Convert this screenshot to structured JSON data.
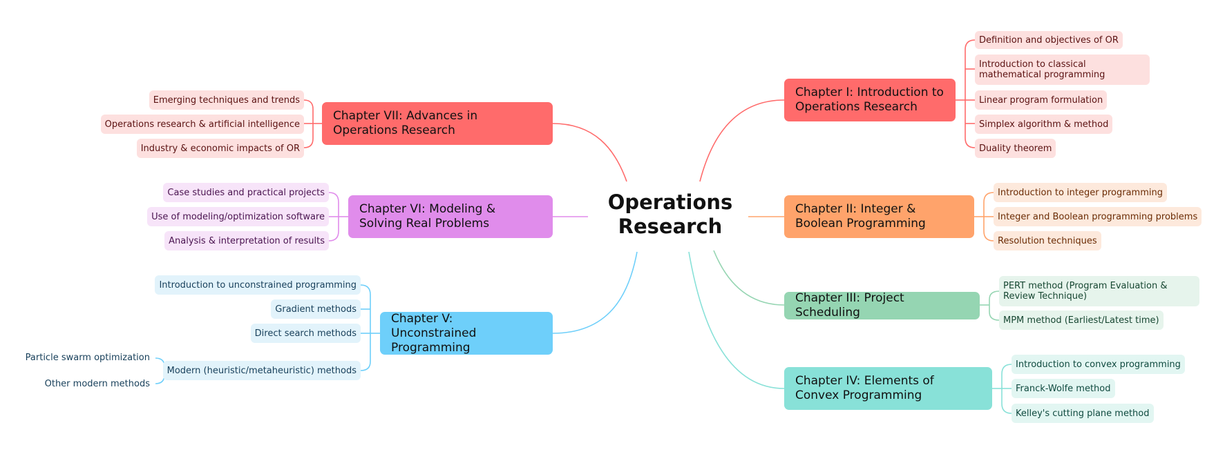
{
  "title": "Operations\nResearch",
  "colors": {
    "c1": "#ff6b6b",
    "c2": "#ffa36b",
    "c3": "#95d5b2",
    "c4": "#88e1d8",
    "c5": "#6ecffa",
    "c6": "#e08ceb",
    "c7": "#ff6b6b"
  },
  "chapters": [
    {
      "label": "Chapter I: Introduction to Operations Research",
      "items": [
        "Definition and objectives of OR",
        "Introduction to classical mathematical programming",
        "Linear program formulation",
        "Simplex algorithm & method",
        "Duality theorem"
      ]
    },
    {
      "label": "Chapter II: Integer & Boolean Programming",
      "items": [
        "Introduction to integer programming",
        "Integer and Boolean programming problems",
        "Resolution techniques"
      ]
    },
    {
      "label": "Chapter III: Project Scheduling",
      "items": [
        "PERT method (Program Evaluation & Review Technique)",
        "MPM method (Earliest/Latest time)"
      ]
    },
    {
      "label": "Chapter IV: Elements of Convex Programming",
      "items": [
        "Introduction to convex programming",
        "Franck-Wolfe method",
        "Kelley's cutting plane method"
      ]
    },
    {
      "label": "Chapter V: Unconstrained Programming",
      "items": [
        "Introduction to unconstrained programming",
        "Gradient methods",
        "Direct search methods",
        "Modern (heuristic/metaheuristic) methods"
      ],
      "sub_items": [
        "Particle swarm optimization",
        "Other modern methods"
      ]
    },
    {
      "label": "Chapter VI: Modeling & Solving Real Problems",
      "items": [
        "Case studies and practical projects",
        "Use of modeling/optimization software",
        "Analysis & interpretation of results"
      ]
    },
    {
      "label": "Chapter VII: Advances in Operations Research",
      "items": [
        "Emerging techniques and trends",
        "Operations research & artificial intelligence",
        "Industry & economic impacts of OR"
      ]
    }
  ]
}
